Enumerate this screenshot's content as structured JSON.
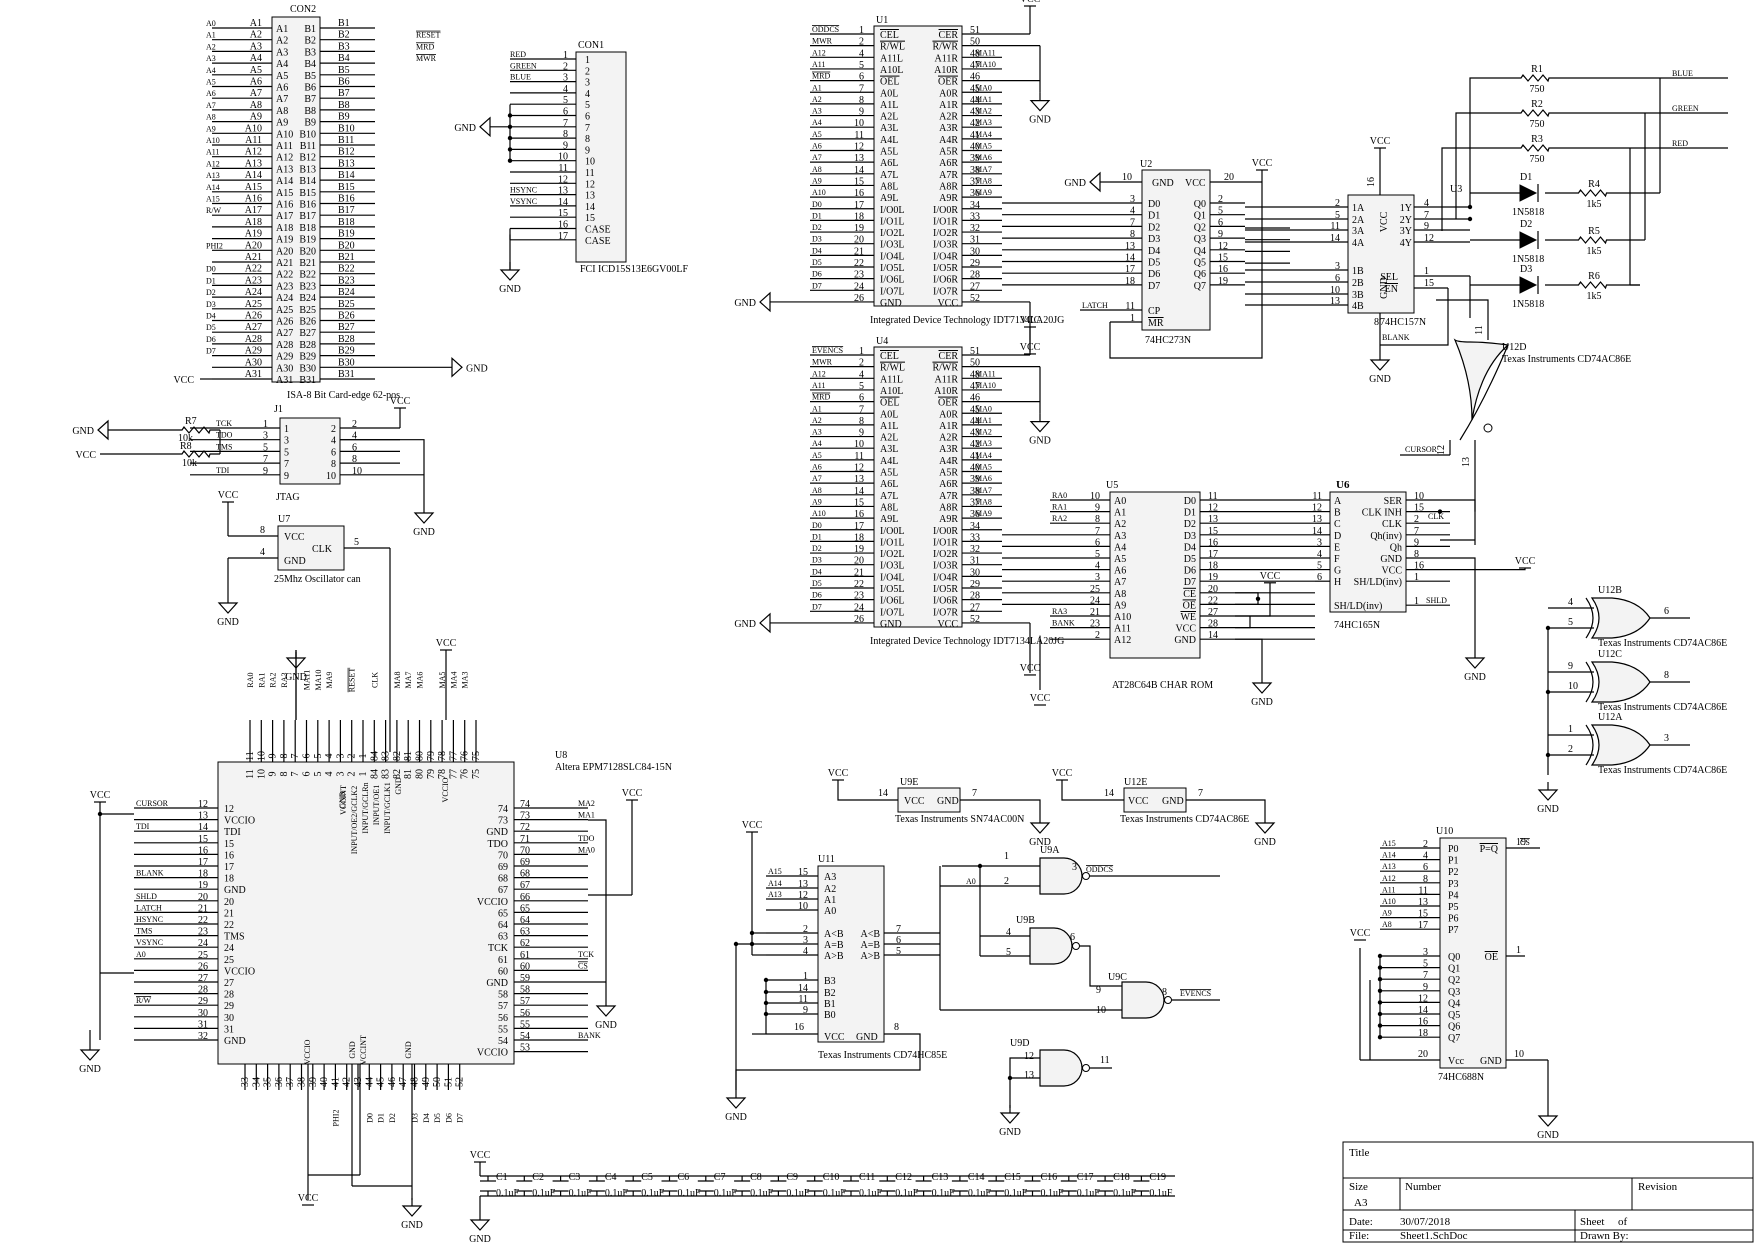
{
  "con2": {
    "ref": "CON2",
    "desc": "ISA-8 Bit Card-edge 62-pos",
    "a_nets": [
      "A0",
      "A1",
      "A2",
      "A3",
      "A4",
      "A5",
      "A6",
      "A7",
      "A8",
      "A9",
      "A10",
      "A11",
      "A12",
      "A13",
      "A14",
      "A15",
      "R/W",
      "",
      "",
      "PHI2",
      "",
      "D0",
      "D1",
      "D2",
      "D3",
      "D4",
      "D5",
      "D6",
      "D7",
      "",
      "VCC"
    ],
    "b_nets": [
      "",
      "RESET",
      "MRD",
      "MWR",
      "",
      "",
      "",
      "",
      "",
      "",
      "",
      "",
      "",
      "",
      "",
      "",
      "",
      "",
      "",
      "",
      "",
      "",
      "",
      "",
      "",
      "",
      "",
      "",
      "",
      "GND",
      ""
    ],
    "vcc": "VCC",
    "gnd": "GND"
  },
  "con1": {
    "ref": "CON1",
    "desc": "FCI ICD15S13E6GV00LF",
    "nets": [
      "RED",
      "GREEN",
      "BLUE",
      "",
      "",
      "",
      "",
      "",
      "",
      "",
      "",
      "",
      "HSYNC",
      "VSYNC",
      "",
      "",
      ""
    ],
    "pins": [
      "1",
      "2",
      "3",
      "4",
      "5",
      "6",
      "7",
      "8",
      "9",
      "10",
      "11",
      "12",
      "13",
      "14",
      "15",
      "16",
      "17"
    ],
    "labels": [
      "1",
      "2",
      "3",
      "4",
      "5",
      "6",
      "7",
      "8",
      "9",
      "10",
      "11",
      "12",
      "13",
      "14",
      "15",
      "CASE",
      "CASE"
    ],
    "gnd": "GND"
  },
  "u1": {
    "ref": "U1",
    "desc": "Integrated Device Technology IDT7134LA20JG",
    "left_nets": [
      "ODDCS",
      "MWR",
      "A12",
      "A11",
      "MRD",
      "A1",
      "A2",
      "A3",
      "A4",
      "A5",
      "A6",
      "A7",
      "A8",
      "A9",
      "A10",
      "D0",
      "D1",
      "D2",
      "D3",
      "D4",
      "D5",
      "D6",
      "D7",
      ""
    ],
    "left_labels": [
      "CEL",
      "R/WL",
      "A11L",
      "A10L",
      "OEL",
      "A0L",
      "A1L",
      "A2L",
      "A3L",
      "A4L",
      "A5L",
      "A6L",
      "A7L",
      "A8L",
      "A9L",
      "I/O0L",
      "I/O1L",
      "I/O2L",
      "I/O3L",
      "I/O4L",
      "I/O5L",
      "I/O6L",
      "I/O7L",
      "GND"
    ],
    "left_pins": [
      "1",
      "2",
      "4",
      "5",
      "6",
      "7",
      "8",
      "9",
      "10",
      "11",
      "12",
      "13",
      "14",
      "15",
      "16",
      "17",
      "18",
      "19",
      "20",
      "21",
      "22",
      "23",
      "24",
      "26"
    ],
    "right_labels": [
      "CER",
      "R/WR",
      "A11R",
      "A10R",
      "OER",
      "A0R",
      "A1R",
      "A2R",
      "A3R",
      "A4R",
      "A5R",
      "A6R",
      "A7R",
      "A8R",
      "A9R",
      "I/O0R",
      "I/O1R",
      "I/O2R",
      "I/O3R",
      "I/O4R",
      "I/O5R",
      "I/O6R",
      "I/O7R",
      "VCC"
    ],
    "right_pins": [
      "51",
      "50",
      "48",
      "47",
      "46",
      "45",
      "44",
      "43",
      "42",
      "41",
      "40",
      "39",
      "38",
      "37",
      "36",
      "34",
      "33",
      "32",
      "31",
      "30",
      "29",
      "28",
      "27",
      "52"
    ],
    "right_nets": [
      "",
      "",
      "MA11",
      "MA10",
      "",
      "MA0",
      "MA1",
      "MA2",
      "MA3",
      "MA4",
      "MA5",
      "MA6",
      "MA7",
      "MA8",
      "MA9",
      "",
      "",
      "",
      "",
      "",
      "",
      "",
      "",
      ""
    ],
    "vcc": "VCC",
    "gnd": "GND"
  },
  "u4": {
    "ref": "U4",
    "desc": "Integrated Device Technology IDT7134LA20JG",
    "left_nets": [
      "EVENCS",
      "MWR",
      "A12",
      "A11",
      "MRD",
      "A1",
      "A2",
      "A3",
      "A4",
      "A5",
      "A6",
      "A7",
      "A8",
      "A9",
      "A10",
      "D0",
      "D1",
      "D2",
      "D3",
      "D4",
      "D5",
      "D6",
      "D7",
      ""
    ],
    "right_nets": [
      "",
      "",
      "MA11",
      "MA10",
      "",
      "MA0",
      "MA1",
      "MA2",
      "MA3",
      "MA4",
      "MA5",
      "MA6",
      "MA7",
      "MA8",
      "MA9",
      "",
      "",
      "",
      "",
      "",
      "",
      "",
      "",
      ""
    ],
    "vcc": "VCC",
    "gnd": "GND"
  },
  "u2": {
    "ref": "U2",
    "desc": "74HC273N",
    "top": [
      "GND",
      "VCC"
    ],
    "top_pins": [
      "10",
      "20"
    ],
    "left_pins": [
      "3",
      "4",
      "7",
      "8",
      "13",
      "14",
      "17",
      "18"
    ],
    "left_labels": [
      "D0",
      "D1",
      "D2",
      "D3",
      "D4",
      "D5",
      "D6",
      "D7"
    ],
    "right_labels": [
      "Q0",
      "Q1",
      "Q2",
      "Q3",
      "Q4",
      "Q5",
      "Q6",
      "Q7"
    ],
    "right_pins": [
      "2",
      "5",
      "6",
      "9",
      "12",
      "15",
      "16",
      "19"
    ],
    "bottom_labels": [
      "CP",
      "MR"
    ],
    "bottom_pins": [
      "11",
      "1"
    ],
    "latch": "LATCH",
    "gnd": "GND",
    "vcc": "VCC"
  },
  "u3": {
    "ref": "U3",
    "desc": "74HC157N",
    "vcc_pin": "16",
    "vcc_label": "VCC",
    "gnd_label": "GND",
    "gnd_pin": "8",
    "a_pins": [
      "2",
      "5",
      "11",
      "14"
    ],
    "a_labels": [
      "1A",
      "2A",
      "3A",
      "4A"
    ],
    "b_pins": [
      "3",
      "6",
      "10",
      "13"
    ],
    "b_labels": [
      "1B",
      "2B",
      "3B",
      "4B"
    ],
    "y_labels": [
      "1Y",
      "2Y",
      "3Y",
      "4Y"
    ],
    "y_pins": [
      "4",
      "7",
      "9",
      "12"
    ],
    "sel": "SEL",
    "sel_pin": "1",
    "en": "EN",
    "en_pin": "15",
    "blank": "BLANK",
    "vcc": "VCC",
    "gnd": "GND"
  },
  "resistors": [
    {
      "ref": "R1",
      "val": "750",
      "net": "BLUE"
    },
    {
      "ref": "R2",
      "val": "750",
      "net": "GREEN"
    },
    {
      "ref": "R3",
      "val": "750",
      "net": "RED"
    },
    {
      "ref": "R4",
      "val": "1k5"
    },
    {
      "ref": "R5",
      "val": "1k5"
    },
    {
      "ref": "R6",
      "val": "1k5"
    },
    {
      "ref": "R7",
      "val": "10k"
    },
    {
      "ref": "R8",
      "val": "10k"
    }
  ],
  "diodes": [
    {
      "ref": "D1",
      "val": "1N5818"
    },
    {
      "ref": "D2",
      "val": "1N5818"
    },
    {
      "ref": "D3",
      "val": "1N5818"
    }
  ],
  "u12d": {
    "ref": "U12D",
    "desc": "Texas Instruments CD74AC86E",
    "pins": [
      "11",
      "12",
      "13"
    ],
    "cursor": "CURSOR"
  },
  "u5": {
    "ref": "U5",
    "desc": "AT28C64B CHAR ROM",
    "left_nets": [
      "RA0",
      "RA1",
      "RA2",
      "",
      "",
      "",
      "",
      "",
      "",
      "",
      "RA3",
      "BANK",
      ""
    ],
    "left_pins": [
      "10",
      "9",
      "8",
      "7",
      "6",
      "5",
      "4",
      "3",
      "25",
      "24",
      "21",
      "23",
      "2"
    ],
    "left_labels": [
      "A0",
      "A1",
      "A2",
      "A3",
      "A4",
      "A5",
      "A6",
      "A7",
      "A8",
      "A9",
      "A10",
      "A11",
      "A12"
    ],
    "right_labels": [
      "D0",
      "D1",
      "D2",
      "D3",
      "D4",
      "D5",
      "D6",
      "D7",
      "CE",
      "OE",
      "WE",
      "VCC",
      "GND"
    ],
    "right_pins": [
      "11",
      "12",
      "13",
      "15",
      "16",
      "17",
      "18",
      "19",
      "20",
      "22",
      "27",
      "28",
      "14"
    ],
    "vcc": "VCC",
    "gnd": "GND"
  },
  "u6": {
    "ref": "U6",
    "desc": "74HC165N",
    "left_pins": [
      "11",
      "12",
      "13",
      "14",
      "3",
      "4",
      "5",
      "6"
    ],
    "left_labels": [
      "A",
      "B",
      "C",
      "D",
      "E",
      "F",
      "G",
      "H"
    ],
    "right_labels": [
      "SER",
      "CLK INH",
      "CLK",
      "Qh(inv)",
      "Qh",
      "GND",
      "VCC",
      "SH/LD(inv)"
    ],
    "right_pins": [
      "10",
      "15",
      "2",
      "7",
      "9",
      "8",
      "16",
      "1"
    ],
    "clk": "CLK",
    "shld": "SHLD",
    "vcc": "VCC",
    "gnd": "GND"
  },
  "u12": [
    {
      "ref": "U12B",
      "desc": "Texas Instruments CD74AC86E",
      "in": [
        "4",
        "5"
      ],
      "out": "6"
    },
    {
      "ref": "U12C",
      "desc": "Texas Instruments CD74AC86E",
      "in": [
        "9",
        "10"
      ],
      "out": "8"
    },
    {
      "ref": "U12A",
      "desc": "Texas Instruments CD74AC86E",
      "in": [
        "1",
        "2"
      ],
      "out": "3"
    }
  ],
  "j1": {
    "ref": "J1",
    "desc": "JTAG",
    "left_nets": [
      "TCK",
      "TDO",
      "TMS",
      "",
      "TDI"
    ],
    "left_pins": [
      "1",
      "3",
      "5",
      "7",
      "9"
    ],
    "right_pins": [
      "2",
      "4",
      "6",
      "8",
      "10"
    ],
    "gnd": "GND",
    "vcc": "VCC"
  },
  "u7": {
    "ref": "U7",
    "desc": "25Mhz Oscillator can",
    "vcc": "VCC",
    "gnd": "GND",
    "clk": "CLK",
    "pins": [
      "8",
      "4",
      "5"
    ]
  },
  "u8": {
    "ref": "U8",
    "desc": "Altera EPM7128SLC84-15N",
    "top_nets": [
      "RA0",
      "RA1",
      "RA2",
      "RA3",
      "",
      "MA11",
      "MA10",
      "MA9",
      "",
      "RESET",
      "",
      "CLK",
      "",
      "MA8",
      "MA7",
      "MA6",
      "",
      "MA5",
      "MA4",
      "MA3"
    ],
    "top_pins": [
      "11",
      "10",
      "9",
      "8",
      "7",
      "6",
      "5",
      "4",
      "3",
      "2",
      "1",
      "84",
      "83",
      "82",
      "81",
      "80",
      "79",
      "78",
      "77",
      "76",
      "75"
    ],
    "top_labels": [
      "GND",
      "VCCINT",
      "INPUT/OE2/GCLK2",
      "INPUT/GCLRn",
      "INPUT/OE1",
      "INPUT/GCLK1",
      "GND",
      "VCCIO"
    ],
    "left_nets": [
      "CURSOR",
      "",
      "TDI",
      "",
      "",
      "",
      "BLANK",
      "",
      "SHLD",
      "LATCH",
      "HSYNC",
      "TMS",
      "VSYNC",
      "A0",
      "",
      "",
      "",
      "R/W",
      "",
      "",
      ""
    ],
    "left_pins": [
      "12",
      "13",
      "14",
      "15",
      "16",
      "17",
      "18",
      "19",
      "20",
      "21",
      "22",
      "23",
      "24",
      "25",
      "26",
      "27",
      "28",
      "29",
      "30",
      "31",
      "32"
    ],
    "left_labels": [
      "12",
      "VCCIO",
      "TDI",
      "15",
      "16",
      "17",
      "18",
      "GND",
      "20",
      "21",
      "22",
      "TMS",
      "24",
      "25",
      "VCCIO",
      "27",
      "28",
      "29",
      "30",
      "31",
      "GND"
    ],
    "right_nets": [
      "MA2",
      "MA1",
      "",
      "TDO",
      "MA0",
      "",
      "",
      "",
      "",
      "",
      "",
      "",
      "",
      "TCK",
      "CS",
      "",
      "",
      "",
      "",
      "",
      "BANK"
    ],
    "right_pins": [
      "74",
      "73",
      "72",
      "71",
      "70",
      "69",
      "68",
      "67",
      "66",
      "65",
      "64",
      "63",
      "62",
      "61",
      "60",
      "59",
      "58",
      "57",
      "56",
      "55",
      "54",
      "53"
    ],
    "right_labels": [
      "74",
      "73",
      "GND",
      "TDO",
      "70",
      "69",
      "68",
      "67",
      "VCCIO",
      "65",
      "64",
      "63",
      "TCK",
      "61",
      "60",
      "GND",
      "58",
      "57",
      "56",
      "55",
      "54",
      "VCCIO"
    ],
    "bottom_pins": [
      "33",
      "34",
      "35",
      "36",
      "37",
      "38",
      "39",
      "40",
      "41",
      "42",
      "43",
      "44",
      "45",
      "46",
      "47",
      "48",
      "49",
      "50",
      "51",
      "52"
    ],
    "bottom_labels": [
      "VCCIO",
      "GND",
      "VCCINT",
      "GND"
    ],
    "bottom_nets": [
      "",
      "",
      "",
      "",
      "",
      "",
      "",
      "",
      "PHI2",
      "",
      "",
      "D0",
      "D1",
      "D2",
      "",
      "D3",
      "D4",
      "D5",
      "D6",
      "D7"
    ],
    "vcc": "VCC",
    "gnd": "GND"
  },
  "u9": [
    {
      "ref": "U9A",
      "in": [
        "1",
        "2"
      ],
      "out": "3",
      "net_out": "ODDCS",
      "net_in": "A0"
    },
    {
      "ref": "U9B",
      "in": [
        "4",
        "5"
      ],
      "out": "6"
    },
    {
      "ref": "U9C",
      "in": [
        "9",
        "10"
      ],
      "out": "8",
      "net_out": "EVENCS"
    },
    {
      "ref": "U9D",
      "in": [
        "12",
        "13"
      ],
      "out": "11"
    }
  ],
  "u9e": {
    "ref": "U9E",
    "desc": "Texas Instruments SN74AC00N",
    "pins": [
      "14",
      "7"
    ],
    "labels": [
      "VCC",
      "GND"
    ]
  },
  "u12e": {
    "ref": "U12E",
    "desc": "Texas Instruments CD74AC86E",
    "pins": [
      "14",
      "7"
    ],
    "labels": [
      "VCC",
      "GND"
    ]
  },
  "u11": {
    "ref": "U11",
    "desc": "Texas Instruments CD74HC85E",
    "left_nets": [
      "A15",
      "A14",
      "A13",
      "",
      "",
      "",
      "",
      "",
      "",
      "",
      ""
    ],
    "left_pins": [
      "15",
      "13",
      "12",
      "10",
      "2",
      "3",
      "4",
      "1",
      "14",
      "11",
      "9"
    ],
    "left_labels": [
      "A3",
      "A2",
      "A1",
      "A0",
      "A<B",
      "A=B",
      "A>B",
      "B3",
      "B2",
      "B1",
      "B0"
    ],
    "right_labels": [
      "A<B",
      "A=B",
      "A>B"
    ],
    "right_pins": [
      "7",
      "6",
      "5"
    ],
    "vcc_pin": "16",
    "gnd_pin": "8",
    "vcc_label": "VCC",
    "gnd_label": "GND"
  },
  "u10": {
    "ref": "U10",
    "desc": "74HC688N",
    "left_nets": [
      "A15",
      "A14",
      "A13",
      "A12",
      "A11",
      "A10",
      "A9",
      "A8"
    ],
    "p_pins": [
      "2",
      "4",
      "6",
      "8",
      "11",
      "13",
      "15",
      "17"
    ],
    "p_labels": [
      "P0",
      "P1",
      "P2",
      "P3",
      "P4",
      "P5",
      "P6",
      "P7"
    ],
    "q_pins": [
      "3",
      "5",
      "7",
      "9",
      "12",
      "14",
      "16",
      "18"
    ],
    "q_labels": [
      "Q0",
      "Q1",
      "Q2",
      "Q3",
      "Q4",
      "Q5",
      "Q6",
      "Q7"
    ],
    "peq": "P=Q",
    "peq_pin": "19",
    "cs": "CS",
    "oe": "OE",
    "oe_pin": "1",
    "vcc_label": "Vcc",
    "gnd_label": "GND",
    "vcc_pin": "20",
    "gnd_pin": "10"
  },
  "caps": [
    "C1",
    "C2",
    "C3",
    "C4",
    "C5",
    "C6",
    "C7",
    "C8",
    "C9",
    "C10",
    "C11",
    "C12",
    "C13",
    "C14",
    "C15",
    "C16",
    "C17",
    "C18",
    "C19"
  ],
  "cap_val": "0.1uF",
  "power": {
    "vcc": "VCC",
    "gnd": "GND"
  },
  "title_block": {
    "title": "Title",
    "size_label": "Size",
    "size": "A3",
    "number_label": "Number",
    "revision_label": "Revision",
    "date_label": "Date:",
    "date": "30/07/2018",
    "file_label": "File:",
    "file": "Sheet1.SchDoc",
    "sheet_label": "Sheet",
    "of_label": "of",
    "drawn_label": "Drawn By:"
  }
}
